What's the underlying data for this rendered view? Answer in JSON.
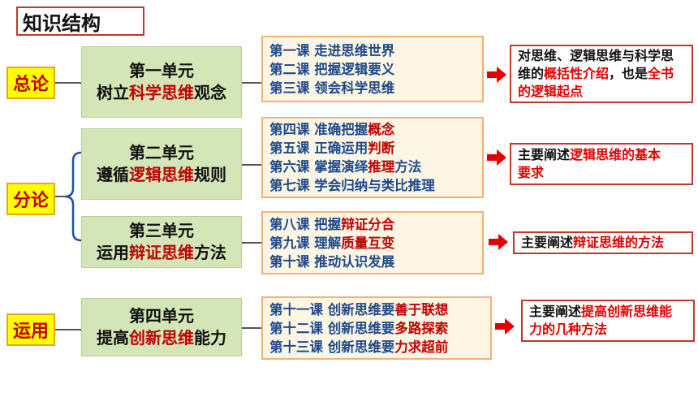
{
  "title": "知识结构",
  "tags": {
    "general": "总论",
    "sub": "分论",
    "apply": "运用"
  },
  "units": [
    {
      "heading": "第一单元",
      "pre": "树立",
      "key": "科学思维",
      "post": "观念"
    },
    {
      "heading": "第二单元",
      "pre": "遵循",
      "key": "逻辑思维",
      "post": "规则"
    },
    {
      "heading": "第三单元",
      "pre": "运用",
      "key": "辩证思维",
      "post": "方法"
    },
    {
      "heading": "第四单元",
      "pre": "提高",
      "key": "创新思维",
      "post": "能力"
    }
  ],
  "lessons": [
    [
      {
        "pre": "第一课  走进思维世界",
        "key": "",
        "post": ""
      },
      {
        "pre": "第二课  把握逻辑要义",
        "key": "",
        "post": ""
      },
      {
        "pre": "第三课  领会科学思维",
        "key": "",
        "post": ""
      }
    ],
    [
      {
        "pre": "第四课  准确把握",
        "key": "概念",
        "post": ""
      },
      {
        "pre": "第五课  正确运用",
        "key": "判断",
        "post": ""
      },
      {
        "pre": "第六课  掌握演绎",
        "key": "推理",
        "post": "方法"
      },
      {
        "pre": "第七课  学会归纳与类比推理",
        "key": "",
        "post": ""
      }
    ],
    [
      {
        "pre": "第八课  把握",
        "key": "辩证分合",
        "post": ""
      },
      {
        "pre": "第九课  理解",
        "key": "质量互变",
        "post": ""
      },
      {
        "pre": "第十课  推动认识发展",
        "key": "",
        "post": ""
      }
    ],
    [
      {
        "pre": "第十一课  创新思维要",
        "key": "善于联想",
        "post": ""
      },
      {
        "pre": "第十二课  创新思维要",
        "key": "多路探索",
        "post": ""
      },
      {
        "pre": "第十三课  创新思维要",
        "key": "力求超前",
        "post": ""
      }
    ]
  ],
  "summaries": {
    "s1": {
      "p1": "对思维、逻辑思维与科学思",
      "p2": "维的",
      "k1": "概括性介绍",
      "p3": "，也是",
      "k2": "全书",
      "k3": "的逻辑起点"
    },
    "s2": {
      "p1": "主要阐述",
      "k1": "逻辑思维的基本",
      "k2": "要求"
    },
    "s3": {
      "p1": "主要阐述",
      "k1": "辩证思维的方法"
    },
    "s4": {
      "p1": "主要阐述",
      "k1": "提高创新思维能",
      "k2": "力的几种方法"
    }
  },
  "colors": {
    "accent_red": "#c00000",
    "tag_yellow": "#ffff00",
    "unit_green": "#d4e5b8",
    "lesson_bg": "#fdf6e5",
    "lesson_text": "#1f4a8a"
  }
}
